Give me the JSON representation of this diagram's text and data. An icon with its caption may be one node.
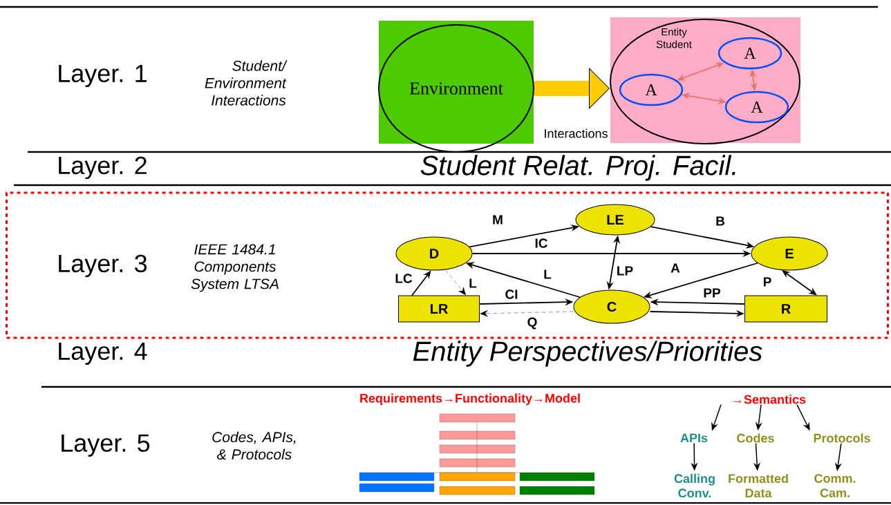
{
  "diagram": {
    "nodes": [
      {
        "text": [
          "Environment"
        ]
      },
      {
        "text": [
          "Entity Student"
        ]
      },
      {
        "text": [
          "A"
        ],
        "in": 1
      },
      {
        "text": [
          "A"
        ],
        "in": 1
      },
      {
        "text": [
          "A"
        ],
        "in": 1
      },
      {
        "text": [
          "Layer. 3",
          "IEEE 1484.1 Components System LTSA"
        ]
      },
      {
        "text": [
          "LE"
        ],
        "in": 5
      },
      {
        "text": [
          "D"
        ],
        "in": 5
      },
      {
        "text": [
          "E"
        ],
        "in": 5
      },
      {
        "text": [
          "LR"
        ],
        "in": 5
      },
      {
        "text": [
          "C"
        ],
        "in": 5
      },
      {
        "text": [
          "R"
        ],
        "in": 5
      },
      {
        "text": [
          "→Semantics"
        ]
      },
      {
        "text": [
          "APIs"
        ]
      },
      {
        "text": [
          "Codes"
        ]
      },
      {
        "text": [
          "Protocols"
        ]
      },
      {
        "text": [
          "Calling Conv."
        ]
      },
      {
        "text": [
          "Formatted Data"
        ]
      },
      {
        "text": [
          "Comm. Cam."
        ]
      }
    ],
    "edges": [
      {
        "from": 0,
        "to": 1,
        "arrow": "to",
        "label": "Interactions",
        "style": "thick",
        "color": "#ffcc00"
      },
      {
        "from": 3,
        "to": 2,
        "arrow": "both",
        "color": "#e8736b"
      },
      {
        "from": 2,
        "to": 4,
        "arrow": "both",
        "color": "#e8736b"
      },
      {
        "from": 3,
        "to": 4,
        "arrow": "both",
        "color": "#e8736b"
      },
      {
        "from": 7,
        "to": 6,
        "arrow": "to",
        "label": "M"
      },
      {
        "from": 6,
        "to": 8,
        "arrow": "to",
        "label": "B"
      },
      {
        "from": 7,
        "to": 8,
        "arrow": "to",
        "label": "IC"
      },
      {
        "from": 6,
        "to": 10,
        "arrow": "both",
        "label": "LP"
      },
      {
        "from": 8,
        "to": 10,
        "arrow": "to",
        "label": "A"
      },
      {
        "from": 10,
        "to": 7,
        "arrow": "to",
        "label": "L"
      },
      {
        "from": 9,
        "to": 7,
        "arrow": "to",
        "label": "LC"
      },
      {
        "from": 7,
        "to": 9,
        "arrow": "to",
        "label": "L",
        "style": "dashed"
      },
      {
        "from": 9,
        "to": 10,
        "arrow": "to",
        "label": "CI"
      },
      {
        "from": 10,
        "to": 9,
        "arrow": "to",
        "label": "Q",
        "style": "dashed"
      },
      {
        "from": 11,
        "to": 10,
        "arrow": "to",
        "label": "PP"
      },
      {
        "from": 10,
        "to": 11,
        "arrow": "to"
      },
      {
        "from": 8,
        "to": 11,
        "arrow": "both",
        "label": "P"
      },
      {
        "from": 12,
        "to": 13,
        "arrow": "to"
      },
      {
        "from": 12,
        "to": 14,
        "arrow": "to"
      },
      {
        "from": 12,
        "to": 15,
        "arrow": "to"
      },
      {
        "from": 13,
        "to": 16,
        "arrow": "to"
      },
      {
        "from": 14,
        "to": 17,
        "arrow": "to"
      },
      {
        "from": 15,
        "to": 18,
        "arrow": "to"
      }
    ],
    "labels": [
      "Layer. 1",
      "Student/ Environment Interactions",
      "Layer. 2",
      "Student Relat. Proj. Facil.",
      "Layer. 4",
      "Entity Perspectives/Priorities",
      "Layer. 5",
      "Codes, APIs, & Protocols",
      "Requirements→Functionality→Model"
    ]
  }
}
